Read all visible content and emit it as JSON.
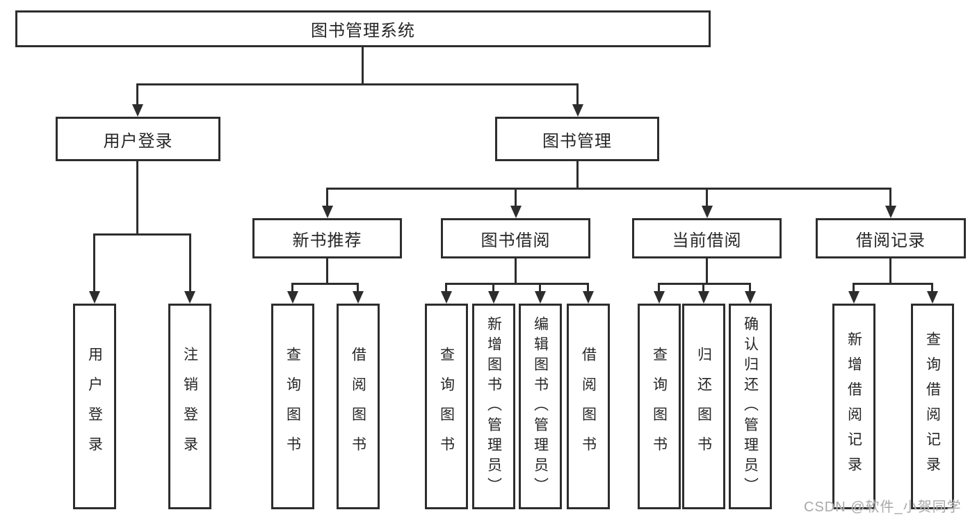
{
  "diagram": {
    "root": {
      "label": "图书管理系统"
    },
    "level2": [
      {
        "label": "用户登录"
      },
      {
        "label": "图书管理"
      }
    ],
    "level3": [
      {
        "label": "新书推荐"
      },
      {
        "label": "图书借阅"
      },
      {
        "label": "当前借阅"
      },
      {
        "label": "借阅记录"
      }
    ],
    "leaves": [
      {
        "label": "用户登录"
      },
      {
        "label": "注销登录"
      },
      {
        "label": "查询图书"
      },
      {
        "label": "借阅图书"
      },
      {
        "label": "查询图书"
      },
      {
        "label": "新增图书（管理员）"
      },
      {
        "label": "编辑图书（管理员）"
      },
      {
        "label": "借阅图书"
      },
      {
        "label": "查询图书"
      },
      {
        "label": "归还图书"
      },
      {
        "label": "确认归还（管理员）"
      },
      {
        "label": "新增借阅记录"
      },
      {
        "label": "查询借阅记录"
      }
    ]
  },
  "watermark": {
    "text": "CSDN @软件_小贺同学"
  },
  "colors": {
    "line": "#2d2d2d",
    "text": "#262626",
    "watermark": "#a9a9a9",
    "background": "#ffffff"
  }
}
